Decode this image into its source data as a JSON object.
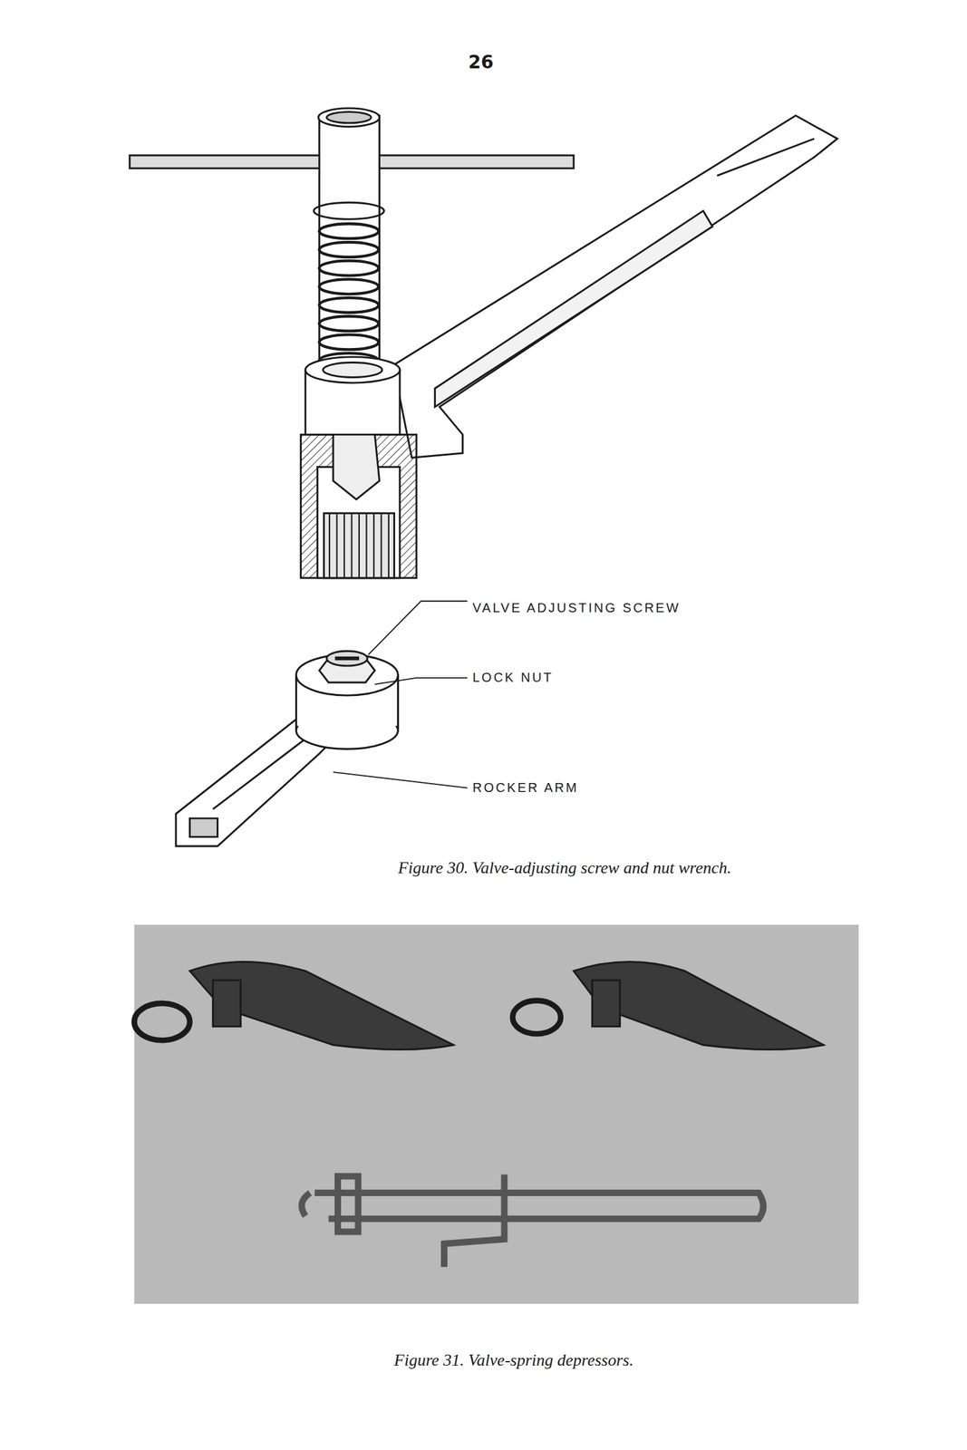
{
  "diagram": {
    "labels": [
      "26",
      "VALVE ADJUSTING SCREW",
      "LOCK NUT",
      "ROCKER ARM",
      "Figure 30. Valve-adjusting screw and nut wrench.",
      "Figure 31. Valve-spring depressors."
    ]
  }
}
